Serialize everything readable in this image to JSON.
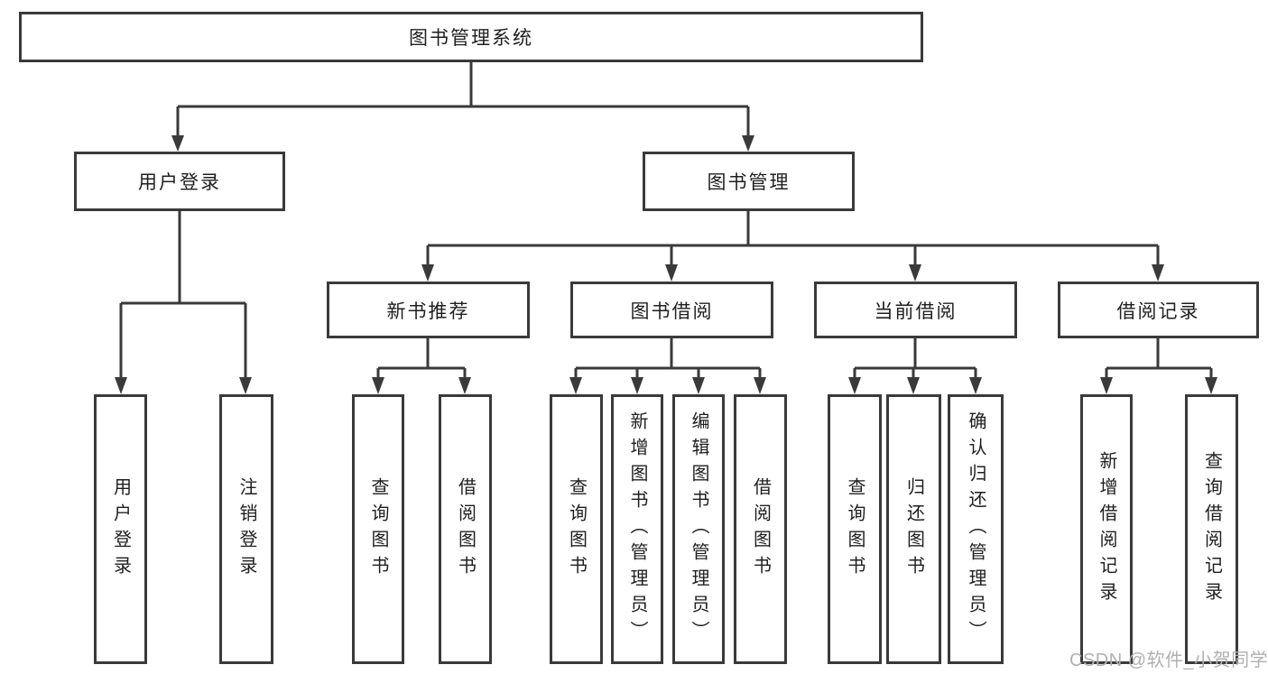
{
  "tree": {
    "root": {
      "label": "图书管理系统"
    },
    "user": {
      "label": "用户登录",
      "children": [
        {
          "label": "用户登录"
        },
        {
          "label": "注销登录"
        }
      ]
    },
    "book": {
      "label": "图书管理",
      "children": [
        {
          "label": "新书推荐",
          "children": [
            {
              "label": "查询图书"
            },
            {
              "label": "借阅图书"
            }
          ]
        },
        {
          "label": "图书借阅",
          "children": [
            {
              "label": "查询图书"
            },
            {
              "label": "新增图书（管理员）"
            },
            {
              "label": "编辑图书（管理员）"
            },
            {
              "label": "借阅图书"
            }
          ]
        },
        {
          "label": "当前借阅",
          "children": [
            {
              "label": "查询图书"
            },
            {
              "label": "归还图书"
            },
            {
              "label": "确认归还（管理员）"
            }
          ]
        },
        {
          "label": "借阅记录",
          "children": [
            {
              "label": "新增借阅记录"
            },
            {
              "label": "查询借阅记录"
            }
          ]
        }
      ]
    }
  },
  "watermark": {
    "text": "CSDN @软件_小贺同学"
  },
  "colors": {
    "line": "#3a3a3a",
    "text": "#1f1f1f",
    "watermark": "#b0b0b0",
    "background": "#ffffff"
  }
}
